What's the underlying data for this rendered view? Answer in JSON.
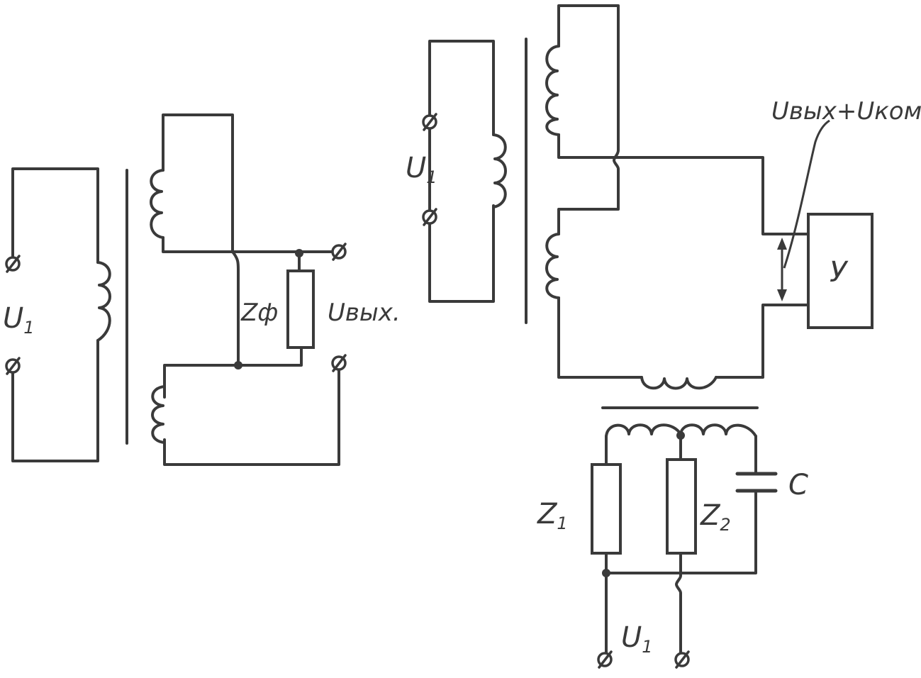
{
  "left_circuit": {
    "input_label": "U",
    "input_label_sub": "1",
    "resistor_label": "Zф",
    "output_label": "Uвых."
  },
  "right_circuit": {
    "input_label": "U",
    "input_label_sub": "1",
    "sum_label": "Uвых+Uкомп.",
    "amplifier_label": "У",
    "capacitor_label": "C",
    "r1_label": "Z",
    "r1_label_sub": "1",
    "r2_label": "Z",
    "r2_label_sub": "2",
    "bottom_input_label": "U",
    "bottom_input_label_sub": "1"
  },
  "colors": {
    "ink": "#3a3a3a",
    "paper": "#ffffff"
  }
}
